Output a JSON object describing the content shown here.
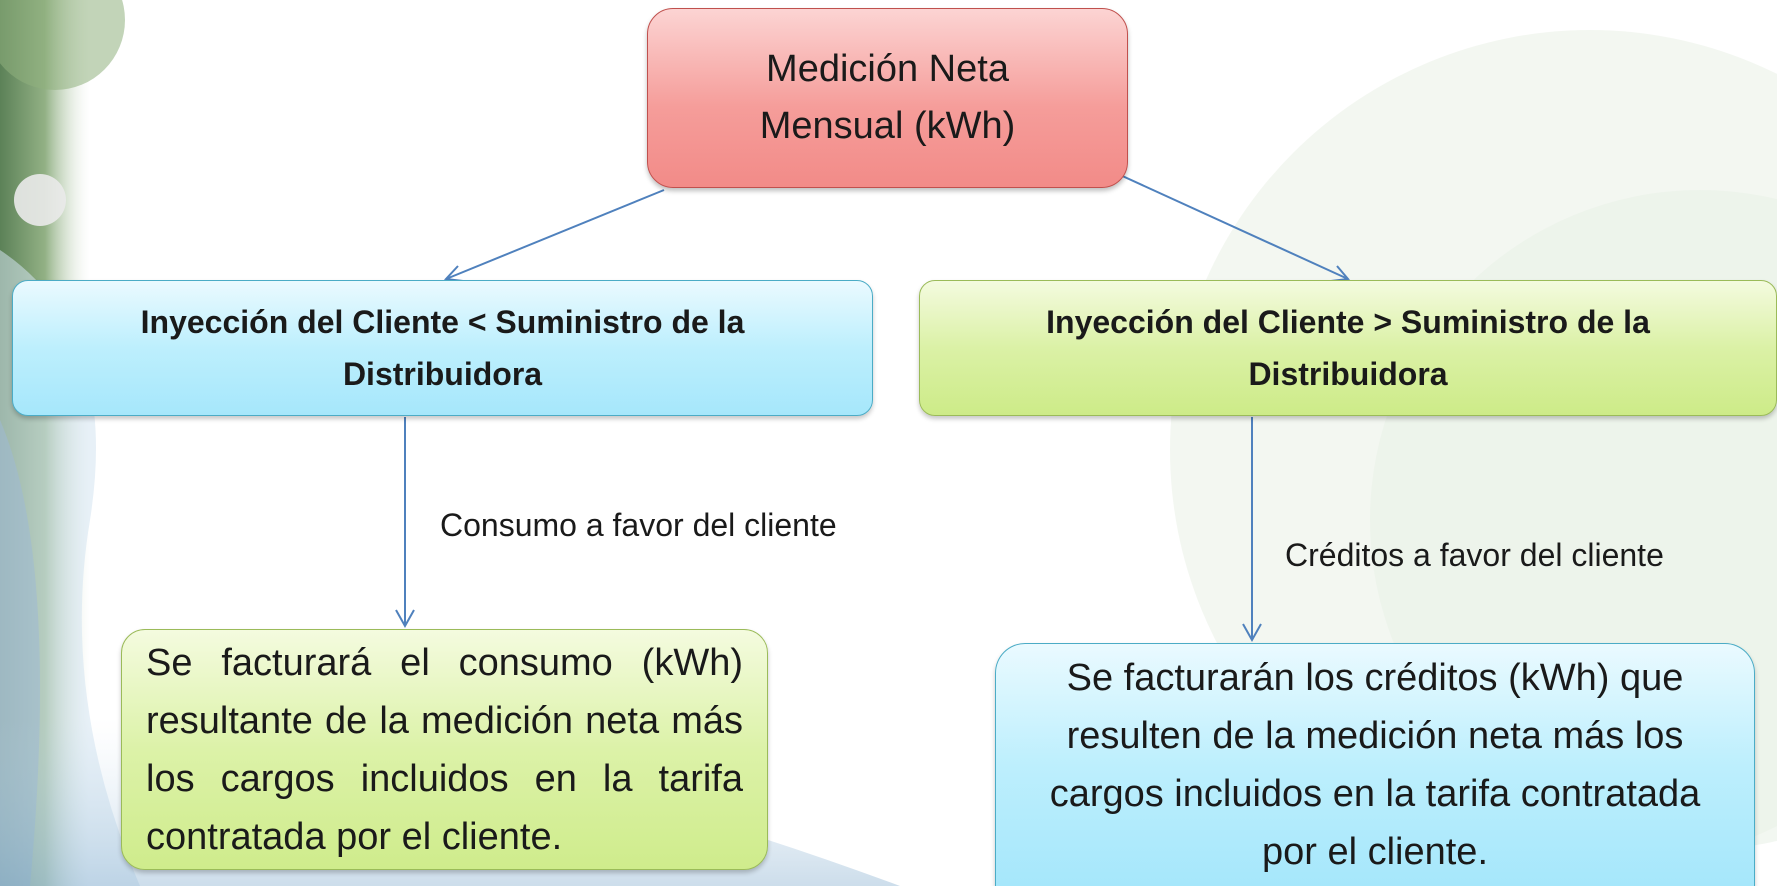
{
  "root": {
    "text": "Medición Neta Mensual (kWh)"
  },
  "branches": [
    {
      "condition": "Inyección del Cliente < Suministro de la Distribuidora",
      "edge_label": "Consumo a favor del cliente",
      "result": "Se facturará el consumo (kWh) resultante de la medición neta más los cargos incluidos en la tarifa contratada por el cliente."
    },
    {
      "condition": "Inyección del Cliente > Suministro de la Distribuidora",
      "edge_label": "Créditos a favor del cliente",
      "result": "Se facturarán los créditos (kWh) que resulten de la medición neta más los cargos incluidos en la tarifa contratada por el cliente."
    }
  ],
  "colors": {
    "root_fill": "#f59d9a",
    "left_condition_fill": "#bdeffd",
    "right_condition_fill": "#dbf1a6",
    "connector": "#4f81bd"
  }
}
